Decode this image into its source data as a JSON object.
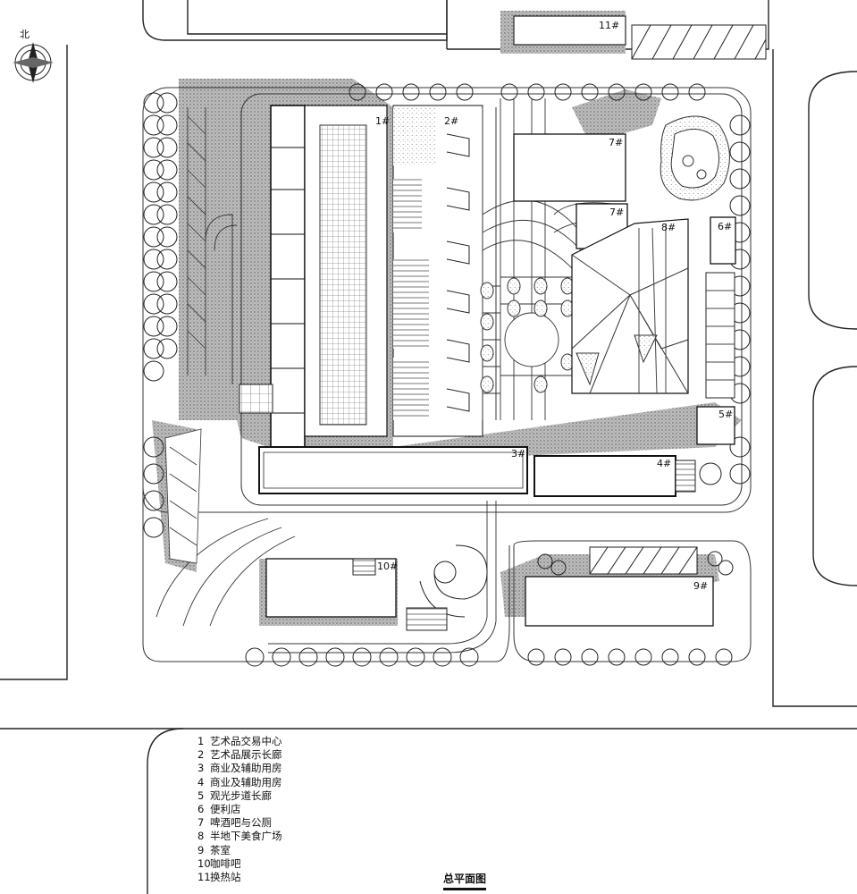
{
  "plan": {
    "title": "总平面图",
    "compass_label": "北",
    "building_tags": {
      "b1": "1#",
      "b2": "2#",
      "b3": "3#",
      "b4": "4#",
      "b5": "5#",
      "b6": "6#",
      "b7a": "7#",
      "b7b": "7#",
      "b8": "8#",
      "b9": "9#",
      "b10": "10#",
      "b11": "11#"
    },
    "legend": [
      {
        "num": "1",
        "text": "艺术品交易中心"
      },
      {
        "num": "2",
        "text": "艺术品展示长廊"
      },
      {
        "num": "3",
        "text": "商业及辅助用房"
      },
      {
        "num": "4",
        "text": "商业及辅助用房"
      },
      {
        "num": "5",
        "text": "观光步道长廊"
      },
      {
        "num": "6",
        "text": "便利店"
      },
      {
        "num": "7",
        "text": "啤酒吧与公厕"
      },
      {
        "num": "8",
        "text": "半地下美食广场"
      },
      {
        "num": "9",
        "text": "茶室"
      },
      {
        "num": "10",
        "text": "咖啡吧"
      },
      {
        "num": "11",
        "text": "换热站"
      }
    ]
  }
}
